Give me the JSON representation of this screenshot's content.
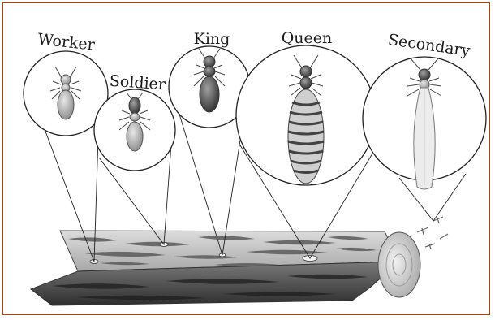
{
  "colors": {
    "frame": "#9a4a1e",
    "ink": "#1a1a1a",
    "log_light": "#d9d9d9",
    "log_mid": "#8a8a8a",
    "log_dark": "#3a3a3a"
  },
  "labels": {
    "worker": "Worker",
    "soldier": "Soldier",
    "king": "King",
    "queen": "Queen",
    "secondary": "Secondary"
  },
  "icons": {
    "worker": "worker-termite-icon",
    "soldier": "soldier-termite-icon",
    "king": "king-termite-icon",
    "queen": "queen-termite-icon",
    "secondary": "secondary-reproductive-termite-icon"
  }
}
